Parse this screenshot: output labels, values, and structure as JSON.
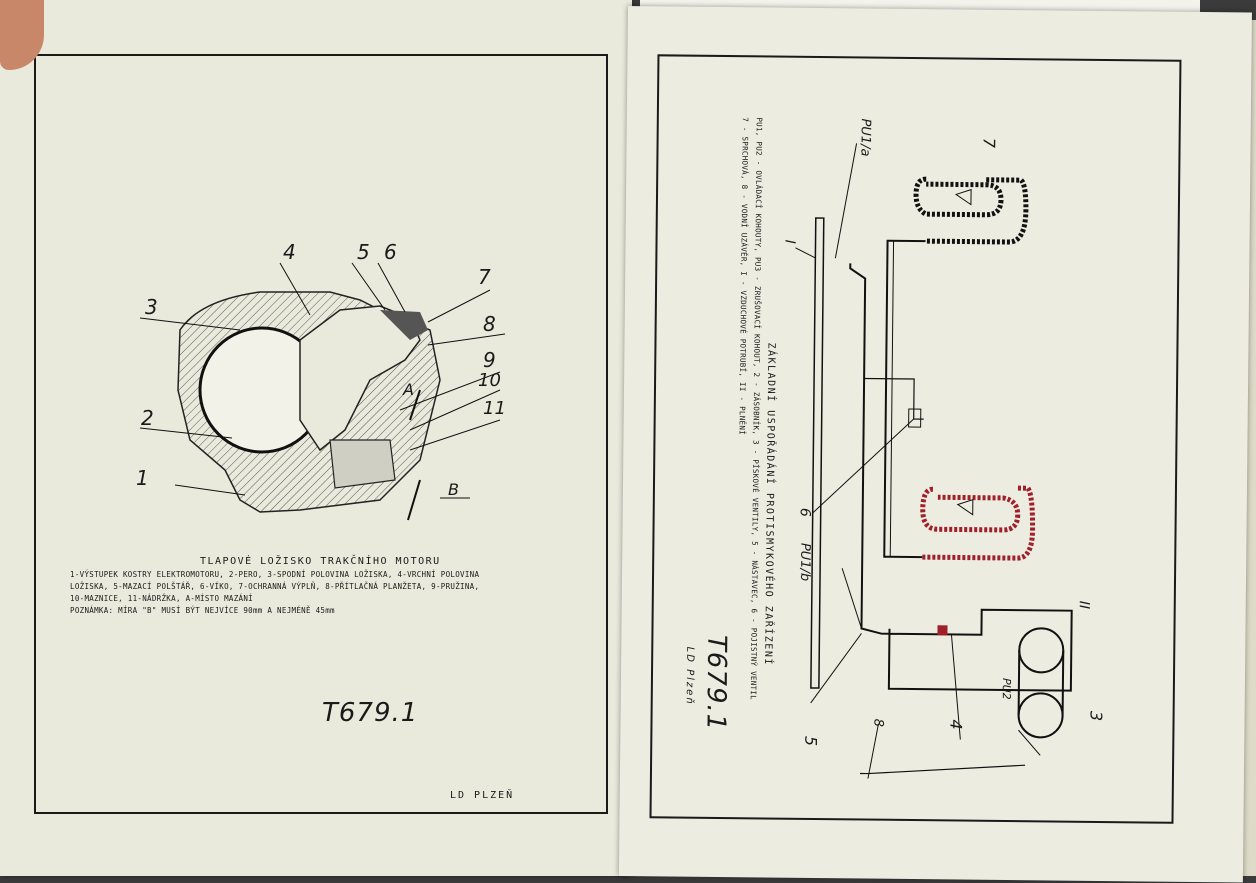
{
  "left_sheet": {
    "part_labels": [
      "1",
      "2",
      "3",
      "4",
      "5",
      "6",
      "7",
      "8",
      "9",
      "10",
      "11"
    ],
    "arrow_labels": [
      "A",
      "B"
    ],
    "title": "TLAPOVÉ LOŽISKO TRAKČNÍHO MOTORU",
    "legend_lines": [
      "1-VÝSTUPEK KOSTRY ELEKTROMOTORU, 2-PERO, 3-SPODNÍ POLOVINA LOŽISKA, 4-VRCHNÍ POLOVINA",
      "LOŽISKA, 5-MAZACÍ POLŠTÁŘ, 6-VÍKO, 7-OCHRANNÁ VÝPLŇ, 8-PŘÍTLAČNÁ PLANŽETA, 9-PRUŽINA,",
      "10-MAZNICE, 11-NÁDRŽKA, A-MÍSTO MAZÁNÍ"
    ],
    "note": "POZNÁMKA: MÍRA \"B\" MUSÍ BÝT NEJVÍCE 90mm A NEJMÉNĚ 45mm",
    "drawing_code": "T679.1",
    "stamp": "LD PLZEŇ"
  },
  "right_sheet": {
    "title": "ZÁKLADNÍ USPOŘÁDÁNÍ PROTISMYKOVÉHO ZAŘÍZENÍ",
    "legend_lines": [
      "PU1, PU2 - OVLÁDACÍ KOHOUTY, PU3 - ZRUŠOVACÍ KOHOUT, 2 - ZÁSOBNÍK, 3 - PÍSKOVÉ VENTILY, 5 - NÁSTAVEC, 6 - POJISTNÝ VENTIL",
      "7 - SPRCHOVÁ, 8 - VODNÍ UZÁVĚR, I - VZDUCHOVÉ POTRUBÍ, II - PLNĚNÍ"
    ],
    "labels": [
      "PU1/a",
      "PU1/b",
      "PU2",
      "I",
      "II",
      "3",
      "4",
      "5",
      "6",
      "7",
      "8"
    ],
    "drawing_code": "T679.1",
    "stamp": "LD Plzeň"
  },
  "colors": {
    "paper": "#ebebdf",
    "ink": "#1a1a1a",
    "red_ink": "#a0202a",
    "background": "#3b3b3b"
  }
}
